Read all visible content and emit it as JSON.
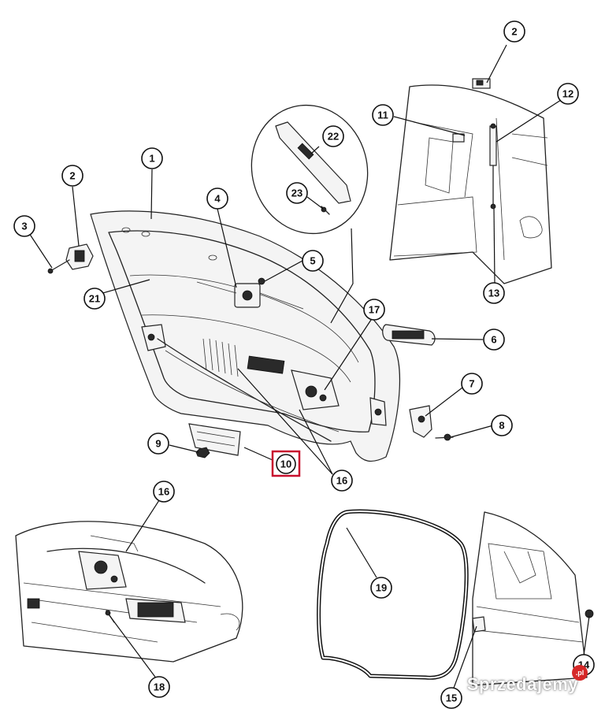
{
  "callouts": [
    {
      "id": "c1",
      "label": "1"
    },
    {
      "id": "c2a",
      "label": "2"
    },
    {
      "id": "c2b",
      "label": "2"
    },
    {
      "id": "c3",
      "label": "3"
    },
    {
      "id": "c4",
      "label": "4"
    },
    {
      "id": "c5",
      "label": "5"
    },
    {
      "id": "c6",
      "label": "6"
    },
    {
      "id": "c7",
      "label": "7"
    },
    {
      "id": "c8",
      "label": "8"
    },
    {
      "id": "c9",
      "label": "9"
    },
    {
      "id": "c10",
      "label": "10",
      "highlighted": true
    },
    {
      "id": "c11",
      "label": "11"
    },
    {
      "id": "c12",
      "label": "12"
    },
    {
      "id": "c13",
      "label": "13"
    },
    {
      "id": "c14",
      "label": "14"
    },
    {
      "id": "c15",
      "label": "15"
    },
    {
      "id": "c16a",
      "label": "16"
    },
    {
      "id": "c16b",
      "label": "16"
    },
    {
      "id": "c17",
      "label": "17"
    },
    {
      "id": "c18",
      "label": "18"
    },
    {
      "id": "c19",
      "label": "19"
    },
    {
      "id": "c21",
      "label": "21"
    },
    {
      "id": "c22",
      "label": "22"
    },
    {
      "id": "c23",
      "label": "23"
    }
  ],
  "watermark": {
    "text": "Sprzedajemy",
    "badge": ".pl"
  },
  "colors": {
    "line": "#111111",
    "highlight": "#c8102e",
    "background": "#ffffff",
    "badge": "#d62828"
  }
}
